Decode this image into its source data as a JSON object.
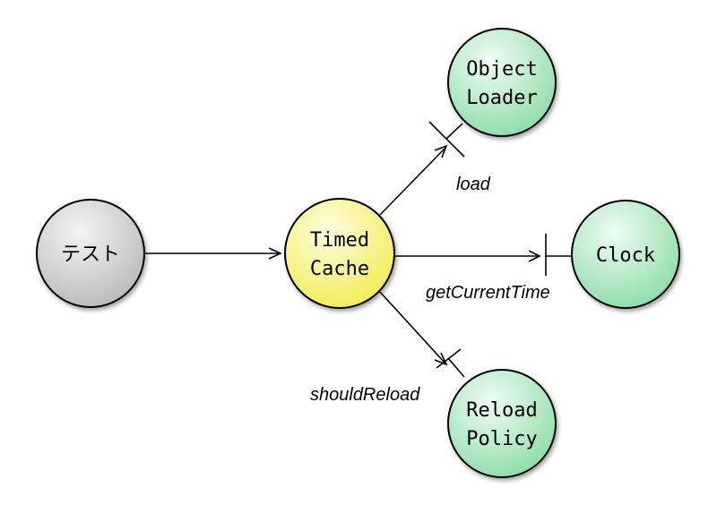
{
  "nodes": {
    "test": {
      "lines": [
        "テスト"
      ],
      "color": "#c8c8c8"
    },
    "timed_cache": {
      "lines": [
        "Timed",
        "Cache"
      ],
      "color": "#f6f27a"
    },
    "object_loader": {
      "lines": [
        "Object",
        "Loader"
      ],
      "color": "#9fe3b6"
    },
    "clock": {
      "lines": [
        "Clock"
      ],
      "color": "#9fe3b6"
    },
    "reload_policy": {
      "lines": [
        "Reload",
        "Policy"
      ],
      "color": "#9fe3b6"
    }
  },
  "edges": {
    "load": "load",
    "get_current_time": "getCurrentTime",
    "should_reload": "shouldReload"
  }
}
